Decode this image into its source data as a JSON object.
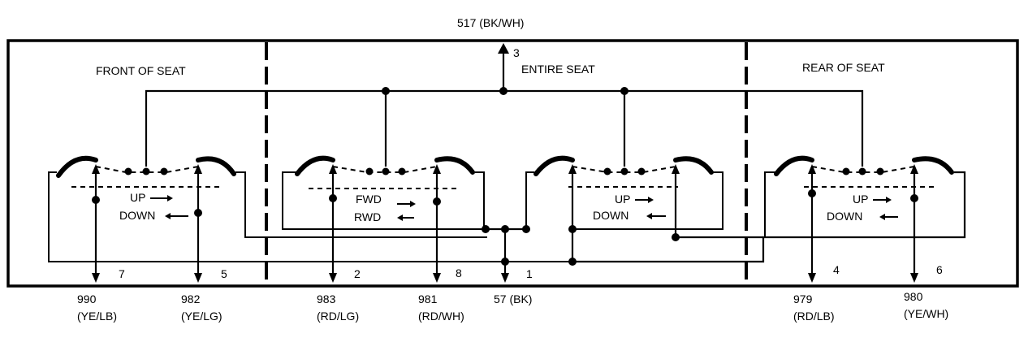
{
  "top_wire": {
    "circuit": "517 (BK/WH)",
    "pin": "3"
  },
  "sections": {
    "front": "FRONT OF SEAT",
    "entire": "ENTIRE   SEAT",
    "rear": "REAR OF SEAT"
  },
  "switch_labels": {
    "front_up": "UP",
    "front_down": "DOWN",
    "mid1_fwd": "FWD",
    "mid1_rwd": "RWD",
    "mid2_up": "UP",
    "mid2_down": "DOWN",
    "rear_up": "UP",
    "rear_down": "DOWN"
  },
  "pins": {
    "p7": "7",
    "p5": "5",
    "p2": "2",
    "p8": "8",
    "p1": "1",
    "p4": "4",
    "p6": "6"
  },
  "wires": [
    {
      "circuit": "990",
      "color": "(YE/LB)"
    },
    {
      "circuit": "982",
      "color": "(YE/LG)"
    },
    {
      "circuit": "983",
      "color": "(RD/LG)"
    },
    {
      "circuit": "981",
      "color": "(RD/WH)"
    },
    {
      "circuit": "57 (BK)",
      "color": ""
    },
    {
      "circuit": "979",
      "color": "(RD/LB)"
    },
    {
      "circuit": "980",
      "color": "(YE/WH)"
    }
  ]
}
